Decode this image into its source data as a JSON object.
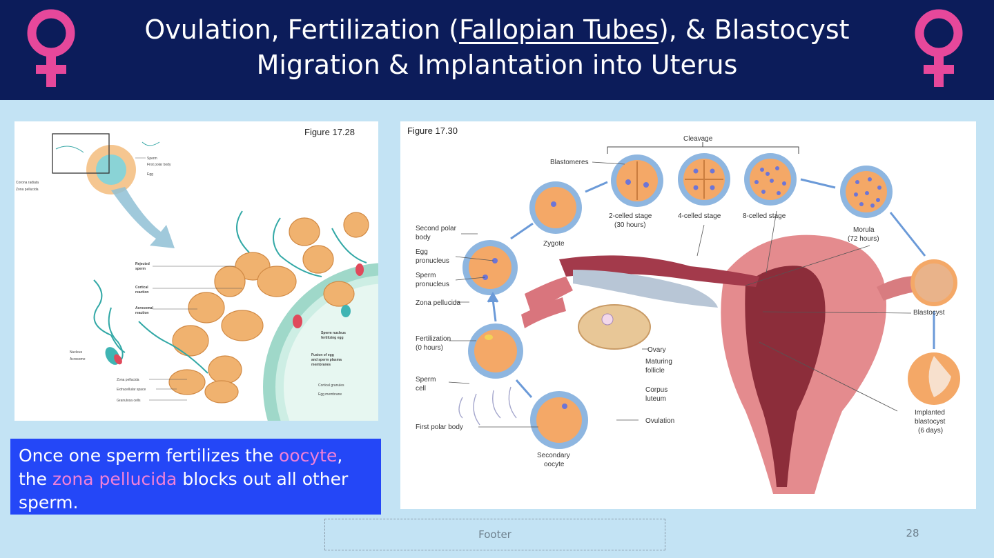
{
  "slide": {
    "title_part1": "Ovulation, Fertilization (",
    "title_link": "Fallopian Tubes",
    "title_part2": "), & Blastocyst",
    "title_line2": "Migration & Implantation into Uterus",
    "venus_icon": "venus-symbol-icon",
    "venus_color": "#e6489b",
    "header_color": "#0c1c5a",
    "background_color": "#c3e3f4"
  },
  "figure1": {
    "caption": "Figure 17.28",
    "labels": {
      "sperm": "Sperm",
      "first_polar_body": "First polar body",
      "egg": "Egg",
      "corona_radiata": "Corona radiata",
      "zona_pellucida_top": "Zona pellucida",
      "rejected_sperm_1": "Rejected",
      "rejected_sperm_2": "sperm",
      "cortical_reaction_1": "Cortical",
      "cortical_reaction_2": "reaction",
      "acrosomal_reaction_1": "Acrosomal",
      "acrosomal_reaction_2": "reaction",
      "sperm_nucleus_1": "Sperm nucleus",
      "sperm_nucleus_2": "fertilizing egg",
      "fusion_1": "Fusion of egg",
      "fusion_2": "and sperm plasma",
      "fusion_3": "membranes",
      "nucleus": "Nucleus",
      "acrosome": "Acrosome",
      "zona_pellucida": "Zona pellucida",
      "extracellular_space": "Extracellular space",
      "granulosa_cells": "Granulosa cells",
      "cortical_granules": "Cortical granules",
      "egg_membrane": "Egg membrane"
    }
  },
  "figure2": {
    "caption": "Figure 17.30",
    "labels": {
      "cleavage": "Cleavage",
      "blastomeres": "Blastomeres",
      "two_cell_1": "2-celled stage",
      "two_cell_2": "(30 hours)",
      "four_cell": "4-celled stage",
      "eight_cell": "8-celled stage",
      "morula_1": "Morula",
      "morula_2": "(72 hours)",
      "zygote": "Zygote",
      "second_polar_body_1": "Second polar",
      "second_polar_body_2": "body",
      "egg_pronucleus_1": "Egg",
      "egg_pronucleus_2": "pronucleus",
      "sperm_pronucleus_1": "Sperm",
      "sperm_pronucleus_2": "pronucleus",
      "zona_pellucida": "Zona pellucida",
      "fertilization_1": "Fertilization",
      "fertilization_2": "(0 hours)",
      "sperm_cell_1": "Sperm",
      "sperm_cell_2": "cell",
      "first_polar_body": "First polar body",
      "secondary_oocyte_1": "Secondary",
      "secondary_oocyte_2": "oocyte",
      "ovary": "Ovary",
      "maturing_follicle_1": "Maturing",
      "maturing_follicle_2": "follicle",
      "corpus_luteum_1": "Corpus",
      "corpus_luteum_2": "luteum",
      "ovulation": "Ovulation",
      "blastocyst": "Blastocyst",
      "implanted_1": "Implanted",
      "implanted_2": "blastocyst",
      "implanted_3": "(6 days)"
    }
  },
  "callout": {
    "part1": "Once one sperm fertilizes the ",
    "highlight1": "oocyte",
    "part2": ",",
    "part3": "the ",
    "highlight2": "zona pellucida",
    "part4": " blocks out all other sperm.",
    "highlight_color": "#f081d8",
    "box_color": "#2447f7"
  },
  "footer": {
    "text": "Footer",
    "page_number": "28"
  }
}
